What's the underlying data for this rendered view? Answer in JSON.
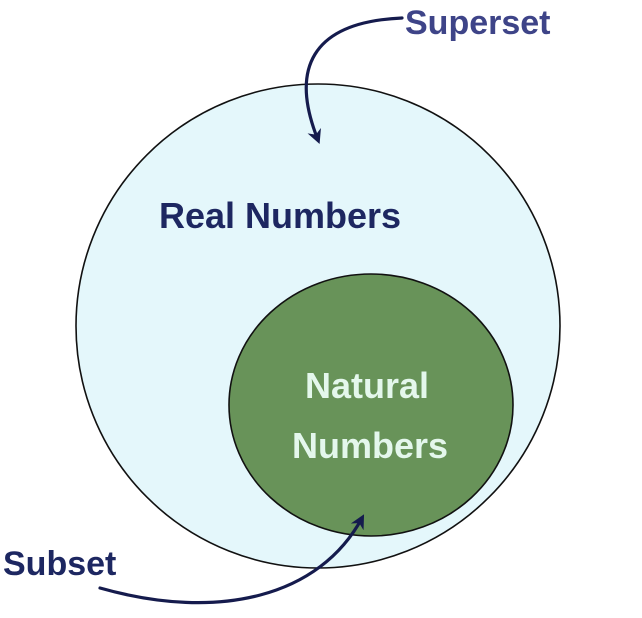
{
  "diagram": {
    "outer_set": {
      "label": "Real Numbers",
      "fill": "#e4f7fb",
      "text_color": "#1d2761"
    },
    "inner_set": {
      "label_line1": "Natural",
      "label_line2": "Numbers",
      "fill": "#689359",
      "text_color": "#e4f7ec"
    },
    "superset_callout": {
      "label": "Superset",
      "color": "#3e4488"
    },
    "subset_callout": {
      "label": "Subset",
      "color": "#1d2761"
    },
    "arrow_color": "#151b4d"
  }
}
